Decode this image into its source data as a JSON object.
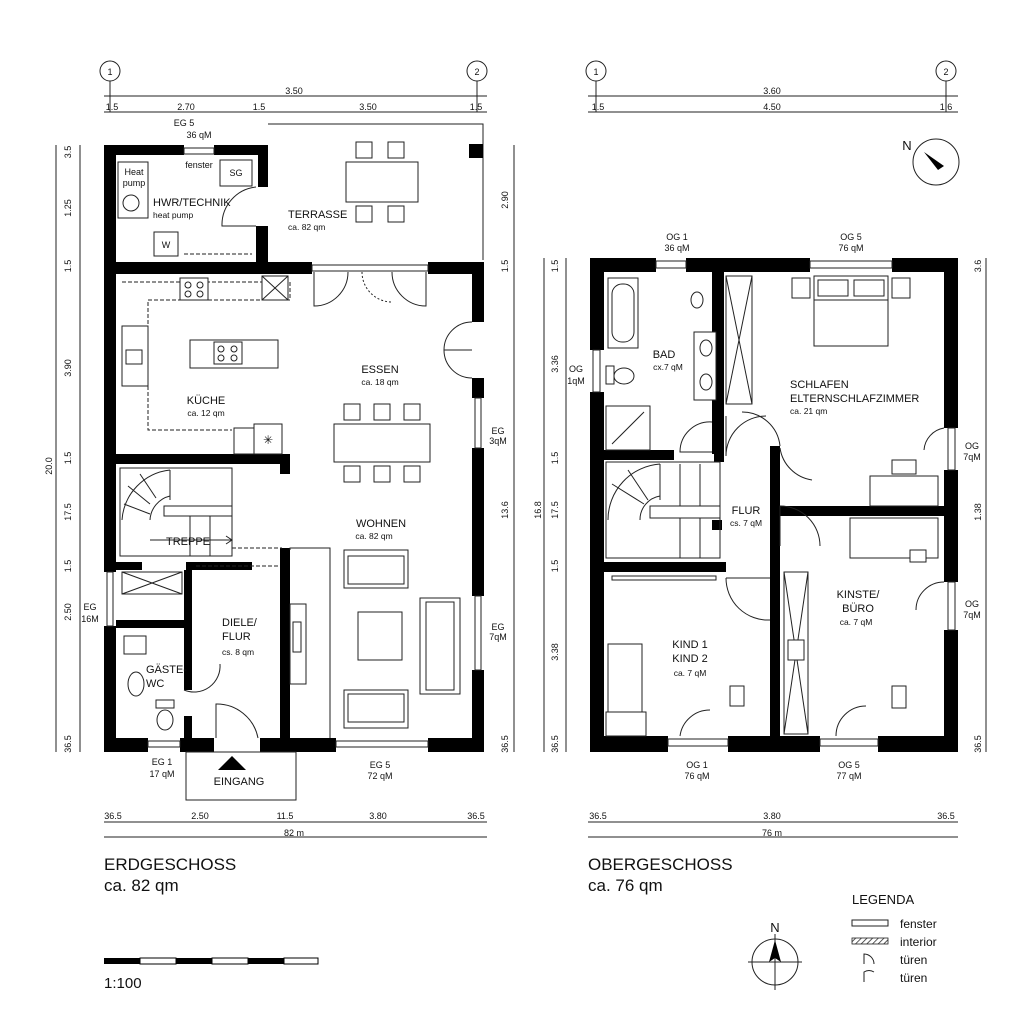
{
  "ground_floor": {
    "grid_markers": [
      "1",
      "2"
    ],
    "dims_top": {
      "overall": "3.50",
      "segments": [
        "1.5",
        "2.70",
        "1.5",
        "3.50",
        "1.5"
      ]
    },
    "dims_left": [
      "3.5",
      "1.25",
      "1.5",
      "3.90",
      "1.5",
      "17.5",
      "1.5",
      "2.50",
      "36.5"
    ],
    "dims_left_overall": "20.0",
    "dims_right": [
      "2.90",
      "1.5",
      "13.6",
      "36.5"
    ],
    "dims_bottom": {
      "segments": [
        "36.5",
        "2.50",
        "11.5",
        "3.80",
        "36.5"
      ],
      "overall": "82 m"
    },
    "window_tags": {
      "top": {
        "code": "EG 5",
        "size": "36 qM",
        "label": "fenster"
      },
      "right_upper": {
        "code": "EG",
        "size": "3qM"
      },
      "right_lower": {
        "code": "EG",
        "size": "7qM"
      },
      "left": {
        "code": "EG",
        "size": "16M"
      },
      "bottom_left": {
        "code": "EG 1",
        "size": "17 qM"
      },
      "bottom_right": {
        "code": "EG 5",
        "size": "72 qM"
      }
    },
    "rooms": {
      "hwr": {
        "name": "HWR/TECHNIK",
        "sub": "heat pump"
      },
      "heat_pump_box": {
        "line1": "Heat",
        "line2": "pump"
      },
      "sg_box": "SG",
      "w_box": "W",
      "terrasse": {
        "name": "TERRASSE",
        "area": "ca. 82 qm"
      },
      "kueche": {
        "name": "KÜCHE",
        "area": "ca. 12 qm"
      },
      "essen": {
        "name": "ESSEN",
        "area": "ca. 18 qm"
      },
      "wohnen": {
        "name": "WOHNEN",
        "area": "ca. 82 qm"
      },
      "treppe": {
        "name": "TREPPE"
      },
      "diele": {
        "line1": "DIELE/",
        "line2": "FLUR",
        "area": "cs. 8 qm"
      },
      "gaeste": {
        "line1": "GÄSTE-",
        "line2": "WC"
      },
      "eingang": {
        "name": "EINGANG"
      }
    },
    "title": "ERDGESCHOSS",
    "area": "ca. 82 qm"
  },
  "upper_floor": {
    "grid_markers": [
      "1",
      "2"
    ],
    "dims_top": {
      "overall": "3.60",
      "segments": [
        "1.5",
        "4.50",
        "1.6"
      ]
    },
    "dims_left": [
      "1.5",
      "3.36",
      "1.5",
      "17.5",
      "1.5",
      "3.38",
      "36.5"
    ],
    "dims_left_overall": "16.8",
    "dims_right": [
      "3.6",
      "1.38",
      "36.5"
    ],
    "dims_bottom": {
      "segments": [
        "36.5",
        "3.80",
        "36.5"
      ],
      "overall": "76 m"
    },
    "window_tags": {
      "top_left": {
        "code": "OG 1",
        "size": "36 qM"
      },
      "top_right": {
        "code": "OG 5",
        "size": "76 qM"
      },
      "left": {
        "code": "OG",
        "size": "1qM"
      },
      "right_upper": {
        "code": "OG",
        "size": "7qM"
      },
      "right_lower": {
        "code": "OG",
        "size": "7qM"
      },
      "bottom_left": {
        "code": "OG 1",
        "size": "76 qM"
      },
      "bottom_right": {
        "code": "OG 5",
        "size": "77 qM"
      }
    },
    "rooms": {
      "bad": {
        "name": "BAD",
        "area": "cx.7 qM"
      },
      "schlafen": {
        "line1": "SCHLAFEN",
        "line2": "ELTERNSCHLAFZIMMER",
        "area": "ca. 21 qm"
      },
      "flur": {
        "name": "FLUR",
        "area": "cs. 7 qM"
      },
      "kinder": {
        "line1": "KIND 1",
        "line2": "KIND 2",
        "area": "ca. 7 qM"
      },
      "buero": {
        "line1": "KINSTE/",
        "line2": "BÜRO",
        "area": "ca. 7 qM"
      }
    },
    "title": "OBERGESCHOSS",
    "area": "ca. 76 qm"
  },
  "north_label": "N",
  "scale": "1:100",
  "legend": {
    "title": "LEGENDA",
    "items": [
      "fenster",
      "interior",
      "türen",
      "türen"
    ]
  }
}
